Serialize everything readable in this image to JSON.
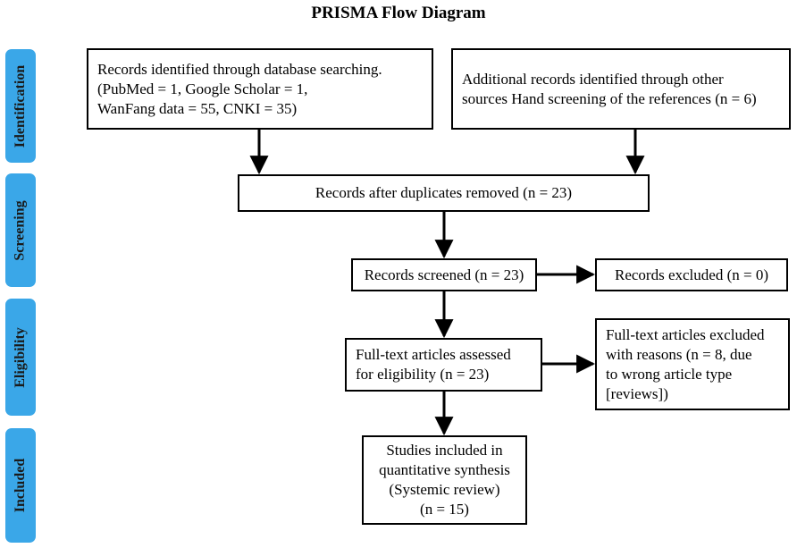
{
  "title": "PRISMA Flow Diagram",
  "theme": {
    "phase_color": "#3aa7e8",
    "line_color": "#000000"
  },
  "phases": [
    {
      "id": "identification",
      "label": "Identification"
    },
    {
      "id": "screening",
      "label": "Screening"
    },
    {
      "id": "eligibility",
      "label": "Eligibility"
    },
    {
      "id": "included",
      "label": "Included"
    }
  ],
  "boxes": {
    "db_search": {
      "lines": [
        "Records identified through database searching.",
        "(PubMed = 1, Google Scholar = 1,",
        "WanFang data = 55, CNKI = 35)"
      ]
    },
    "other_sources": {
      "lines": [
        "Additional records identified through other",
        "sources Hand screening of the references (n = 6)"
      ]
    },
    "duplicates_removed": {
      "lines": [
        "Records after duplicates removed (n = 23)"
      ]
    },
    "screened": {
      "lines": [
        "Records screened (n = 23)"
      ]
    },
    "excluded": {
      "lines": [
        "Records excluded (n = 0)"
      ]
    },
    "fulltext_assessed": {
      "lines": [
        "Full-text articles assessed",
        "for eligibility (n = 23)"
      ]
    },
    "fulltext_excluded": {
      "lines": [
        "Full-text articles excluded",
        "with reasons (n = 8, due",
        "to wrong article type",
        "[reviews])"
      ]
    },
    "included": {
      "lines": [
        "Studies included in",
        "quantitative synthesis",
        "(Systemic review)",
        "(n = 15)"
      ]
    }
  },
  "edges": [
    {
      "from": "db_search",
      "to": "duplicates_removed"
    },
    {
      "from": "other_sources",
      "to": "duplicates_removed"
    },
    {
      "from": "duplicates_removed",
      "to": "screened"
    },
    {
      "from": "screened",
      "to": "excluded"
    },
    {
      "from": "screened",
      "to": "fulltext_assessed"
    },
    {
      "from": "fulltext_assessed",
      "to": "fulltext_excluded"
    },
    {
      "from": "fulltext_assessed",
      "to": "included"
    }
  ]
}
